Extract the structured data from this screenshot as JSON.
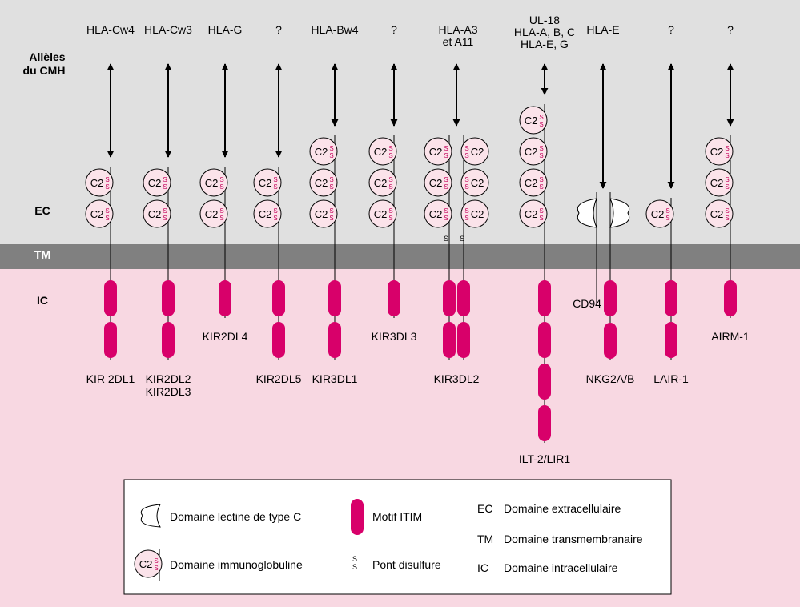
{
  "zones": {
    "alleles_line1": "Allèles",
    "alleles_line2": "du CMH",
    "ec": "EC",
    "tm": "TM",
    "ic": "IC"
  },
  "colors": {
    "extracellular_bg": "#e0e0e0",
    "membrane": "#808080",
    "intracellular_bg": "#f8d8e2",
    "itim": "#d8006a",
    "ig_fill": "#fbe3ea",
    "ink": "#000000"
  },
  "receptors": [
    {
      "id": "kir2dl1",
      "ligand": [
        "HLA-Cw4"
      ],
      "name": [
        "KIR 2DL1"
      ],
      "ig_domains": 2,
      "itim": 2,
      "arrow": true
    },
    {
      "id": "kir2dl2-3",
      "ligand": [
        "HLA-Cw3"
      ],
      "name": [
        "KIR2DL2",
        "KIR2DL3"
      ],
      "ig_domains": 2,
      "itim": 2,
      "arrow": true
    },
    {
      "id": "kir2dl4",
      "ligand": [
        "HLA-G"
      ],
      "name": [
        "KIR2DL4"
      ],
      "ig_domains": 2,
      "itim": 1,
      "arrow": true
    },
    {
      "id": "kir2dl5",
      "ligand": [
        "?"
      ],
      "name": [
        "KIR2DL5"
      ],
      "ig_domains": 2,
      "itim": 2,
      "arrow": true
    },
    {
      "id": "kir3dl1",
      "ligand": [
        "HLA-Bw4"
      ],
      "name": [
        "KIR3DL1"
      ],
      "ig_domains": 3,
      "itim": 2,
      "arrow": true
    },
    {
      "id": "kir3dl3",
      "ligand": [
        "?"
      ],
      "name": [
        "KIR3DL3"
      ],
      "ig_domains": 3,
      "itim": 1,
      "arrow": true
    },
    {
      "id": "kir3dl2",
      "ligand": [
        "HLA-A3",
        "et A11"
      ],
      "name": [
        "KIR3DL2"
      ],
      "ig_domains": 3,
      "itim": 2,
      "arrow": true,
      "dimer": true
    },
    {
      "id": "ilt2",
      "ligand": [
        "UL-18",
        "HLA-A, B, C",
        "HLA-E, G"
      ],
      "name": [
        "ILT-2/LIR1"
      ],
      "ig_domains": 4,
      "itim": 4,
      "arrow": true
    },
    {
      "id": "nkg2a",
      "ligand": [
        "HLA-E"
      ],
      "name": [
        "NKG2A/B"
      ],
      "partner": "CD94",
      "lectin": true,
      "itim": 2,
      "arrow": true
    },
    {
      "id": "lair1",
      "ligand": [
        "?"
      ],
      "name": [
        "LAIR-1"
      ],
      "ig_domains": 1,
      "itim": 2,
      "arrow": true
    },
    {
      "id": "airm1",
      "ligand": [
        "?"
      ],
      "name": [
        "AIRM-1"
      ],
      "ig_domains": 3,
      "itim": 1,
      "arrow": true
    }
  ],
  "glyphs": {
    "c2": "C2",
    "ss": "S"
  },
  "legend": {
    "lectin": "Domaine lectine de type C",
    "ig": "Domaine immunoglobuline",
    "itim": "Motif ITIM",
    "disulfide": "Pont disulfure",
    "ec_abbr": "EC",
    "ec_desc": "Domaine extracellulaire",
    "tm_abbr": "TM",
    "tm_desc": "Domaine transmembranaire",
    "ic_abbr": "IC",
    "ic_desc": "Domaine intracellulaire"
  }
}
